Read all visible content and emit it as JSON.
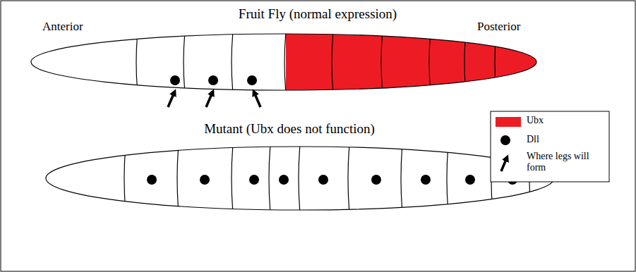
{
  "diagram": {
    "labels": [
      "Fruit Fly (normal expression)",
      "Anterior",
      "Posterior",
      "Mutant (Ubx does not function)"
    ],
    "legend": [
      {
        "text": "Ubx",
        "color": "#ed1c24"
      },
      {
        "text": "Dll"
      },
      {
        "text": "Where legs will form"
      }
    ]
  }
}
